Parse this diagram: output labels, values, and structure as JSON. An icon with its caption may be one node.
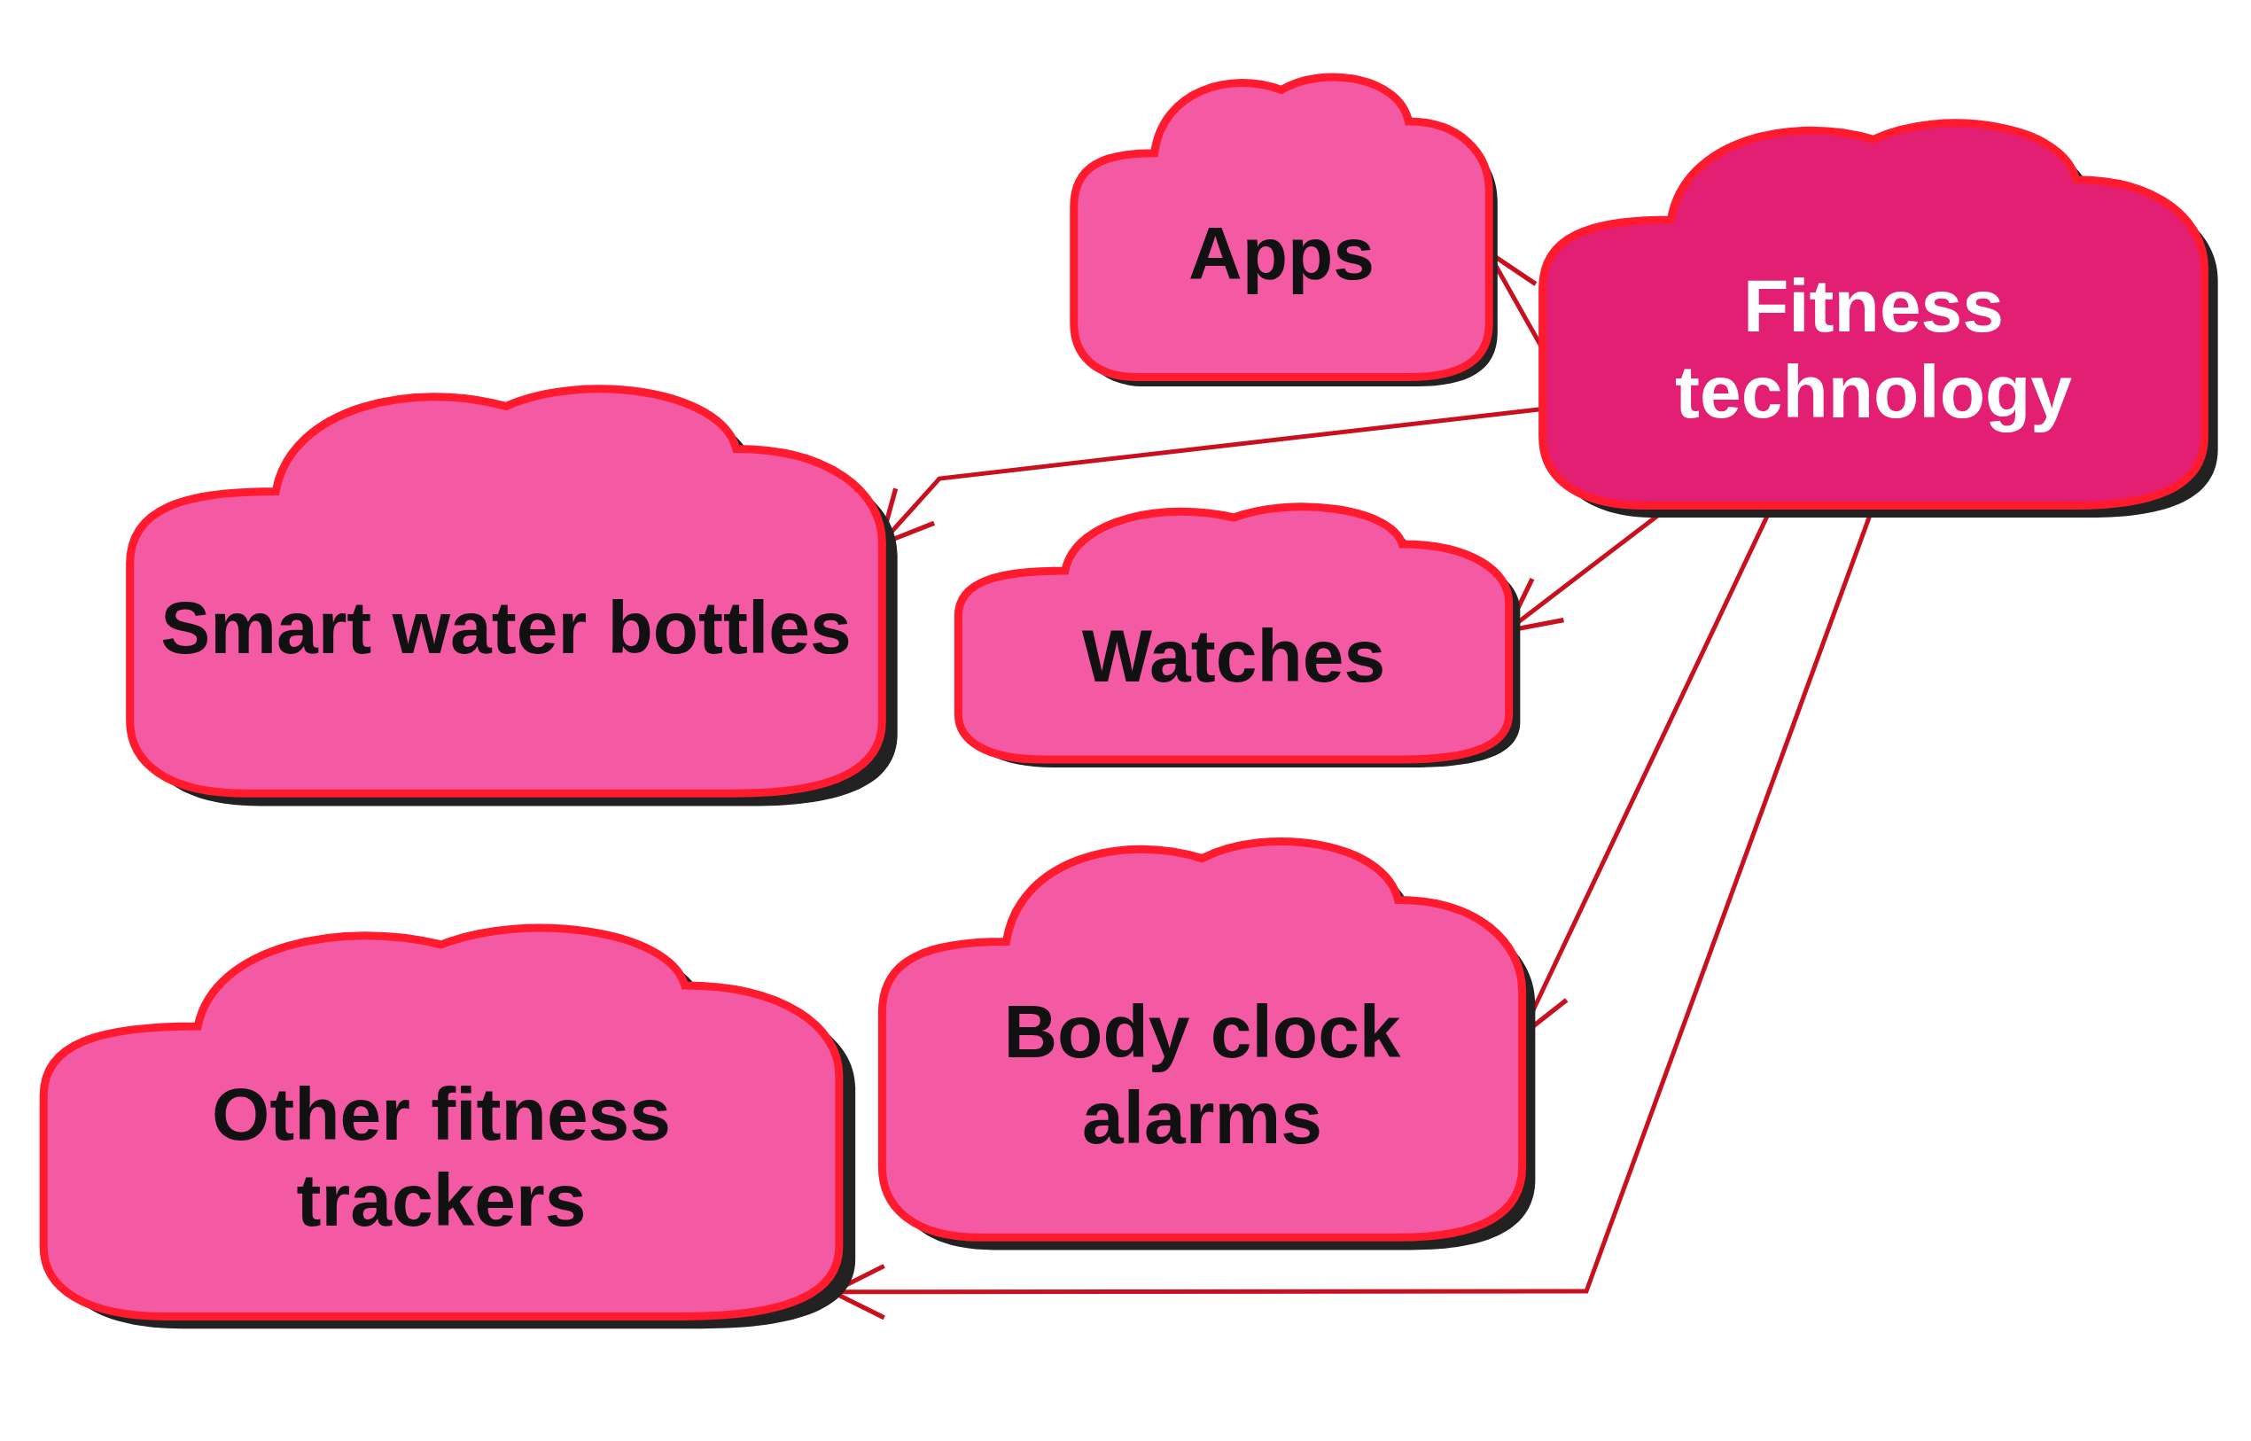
{
  "diagram": {
    "nodes": [
      {
        "text": [
          "Fitness technology"
        ]
      },
      {
        "text": [
          "Apps"
        ]
      },
      {
        "text": [
          "Smart water bottles"
        ]
      },
      {
        "text": [
          "Watches"
        ]
      },
      {
        "text": [
          "Body clock alarms"
        ]
      },
      {
        "text": [
          "Other fitness trackers"
        ]
      }
    ],
    "edges": [
      {
        "from": 0,
        "to": 1,
        "arrow": "to"
      },
      {
        "from": 0,
        "to": 2,
        "arrow": "to"
      },
      {
        "from": 0,
        "to": 3,
        "arrow": "to"
      },
      {
        "from": 0,
        "to": 4,
        "arrow": "to"
      },
      {
        "from": 0,
        "to": 5,
        "arrow": "to"
      }
    ]
  }
}
